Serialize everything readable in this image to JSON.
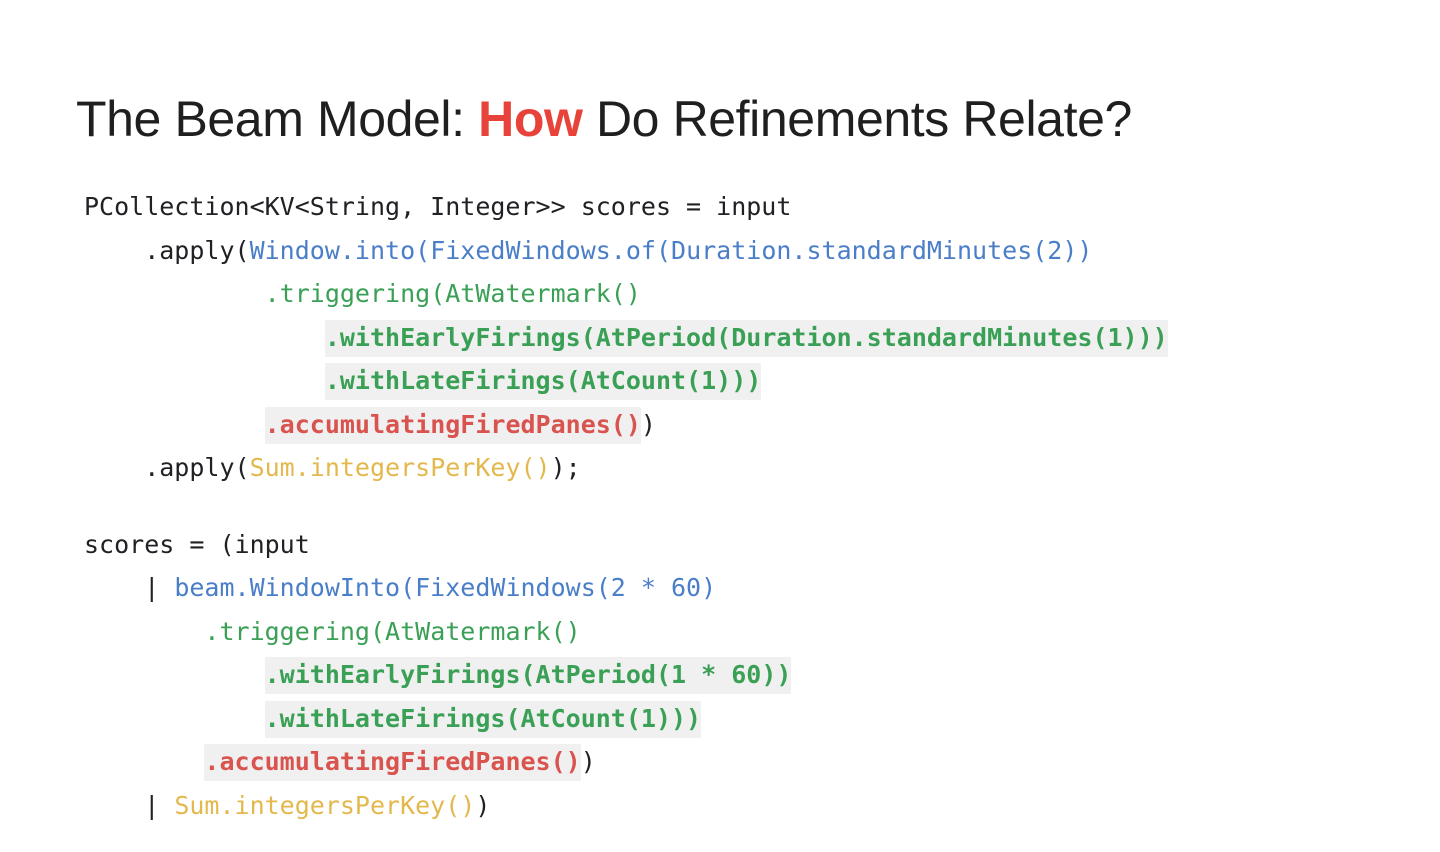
{
  "slide": {
    "title": {
      "before": "The Beam Model: ",
      "highlight": "How",
      "after": " Do Refinements Relate?",
      "full_text": "The Beam Model: How Do Refinements Relate?",
      "highlight_color": "#e8433a",
      "text_color": "#1f1f1f"
    },
    "background_color": "#ffffff",
    "highlight_band_color": "#f0f0f0",
    "syntax_colors": {
      "plain": "#202124",
      "blue": "#4a7ec8",
      "green": "#3aa055",
      "red": "#d9534f",
      "amber": "#e3b84c"
    }
  },
  "code_blocks": [
    {
      "id": "java-snippet",
      "language": "java",
      "lines": [
        {
          "id": "java-line-1",
          "text": "PCollection<KV<String, Integer>> scores = input",
          "tokens": [
            {
              "text": "PCollection<KV<String, Integer>> scores = input",
              "color": "plain",
              "bold": false,
              "highlight": false
            }
          ]
        },
        {
          "id": "java-line-2",
          "text": "    .apply(Window.into(FixedWindows.of(Duration.standardMinutes(2))",
          "tokens": [
            {
              "text": "    .apply(",
              "color": "plain",
              "bold": false,
              "highlight": false
            },
            {
              "text": "Window.into(FixedWindows.of(Duration.standardMinutes(2))",
              "color": "blue",
              "bold": false,
              "highlight": false
            }
          ]
        },
        {
          "id": "java-line-3",
          "text": "            .triggering(AtWatermark()",
          "tokens": [
            {
              "text": "            ",
              "color": "plain",
              "bold": false,
              "highlight": false
            },
            {
              "text": ".triggering(AtWatermark()",
              "color": "green",
              "bold": false,
              "highlight": false
            }
          ]
        },
        {
          "id": "java-line-4",
          "text": "                .withEarlyFirings(AtPeriod(Duration.standardMinutes(1)))",
          "tokens": [
            {
              "text": "                ",
              "color": "plain",
              "bold": false,
              "highlight": false
            },
            {
              "text": ".withEarlyFirings(AtPeriod(Duration.standardMinutes(1)))",
              "color": "green",
              "bold": true,
              "highlight": true
            }
          ]
        },
        {
          "id": "java-line-5",
          "text": "                .withLateFirings(AtCount(1)))",
          "tokens": [
            {
              "text": "                ",
              "color": "plain",
              "bold": false,
              "highlight": false
            },
            {
              "text": ".withLateFirings(AtCount(1)))",
              "color": "green",
              "bold": true,
              "highlight": true
            }
          ]
        },
        {
          "id": "java-line-6",
          "text": "            .accumulatingFiredPanes())",
          "tokens": [
            {
              "text": "            ",
              "color": "plain",
              "bold": false,
              "highlight": false
            },
            {
              "text": ".accumulatingFiredPanes()",
              "color": "red",
              "bold": true,
              "highlight": true
            },
            {
              "text": ")",
              "color": "plain",
              "bold": false,
              "highlight": false
            }
          ]
        },
        {
          "id": "java-line-7",
          "text": "    .apply(Sum.integersPerKey());",
          "tokens": [
            {
              "text": "    .apply(",
              "color": "plain",
              "bold": false,
              "highlight": false
            },
            {
              "text": "Sum.integersPerKey()",
              "color": "amber",
              "bold": false,
              "highlight": false
            },
            {
              "text": ");",
              "color": "plain",
              "bold": false,
              "highlight": false
            }
          ]
        }
      ]
    },
    {
      "id": "python-snippet",
      "language": "python",
      "lines": [
        {
          "id": "python-line-1",
          "text": "scores = (input",
          "tokens": [
            {
              "text": "scores = (input",
              "color": "plain",
              "bold": false,
              "highlight": false
            }
          ]
        },
        {
          "id": "python-line-2",
          "text": "    | beam.WindowInto(FixedWindows(2 * 60)",
          "tokens": [
            {
              "text": "    | ",
              "color": "plain",
              "bold": false,
              "highlight": false
            },
            {
              "text": "beam.WindowInto(FixedWindows(2 * 60)",
              "color": "blue",
              "bold": false,
              "highlight": false
            }
          ]
        },
        {
          "id": "python-line-3",
          "text": "        .triggering(AtWatermark()",
          "tokens": [
            {
              "text": "        ",
              "color": "plain",
              "bold": false,
              "highlight": false
            },
            {
              "text": ".triggering(AtWatermark()",
              "color": "green",
              "bold": false,
              "highlight": false
            }
          ]
        },
        {
          "id": "python-line-4",
          "text": "            .withEarlyFirings(AtPeriod(1 * 60))",
          "tokens": [
            {
              "text": "            ",
              "color": "plain",
              "bold": false,
              "highlight": false
            },
            {
              "text": ".withEarlyFirings(AtPeriod(1 * 60))",
              "color": "green",
              "bold": true,
              "highlight": true
            }
          ]
        },
        {
          "id": "python-line-5",
          "text": "            .withLateFirings(AtCount(1)))",
          "tokens": [
            {
              "text": "            ",
              "color": "plain",
              "bold": false,
              "highlight": false
            },
            {
              "text": ".withLateFirings(AtCount(1)))",
              "color": "green",
              "bold": true,
              "highlight": true
            }
          ]
        },
        {
          "id": "python-line-6",
          "text": "        .accumulatingFiredPanes())",
          "tokens": [
            {
              "text": "        ",
              "color": "plain",
              "bold": false,
              "highlight": false
            },
            {
              "text": ".accumulatingFiredPanes()",
              "color": "red",
              "bold": true,
              "highlight": true
            },
            {
              "text": ")",
              "color": "plain",
              "bold": false,
              "highlight": false
            }
          ]
        },
        {
          "id": "python-line-7",
          "text": "    | Sum.integersPerKey())",
          "tokens": [
            {
              "text": "    | ",
              "color": "plain",
              "bold": false,
              "highlight": false
            },
            {
              "text": "Sum.integersPerKey()",
              "color": "amber",
              "bold": false,
              "highlight": false
            },
            {
              "text": ")",
              "color": "plain",
              "bold": false,
              "highlight": false
            }
          ]
        }
      ]
    }
  ]
}
